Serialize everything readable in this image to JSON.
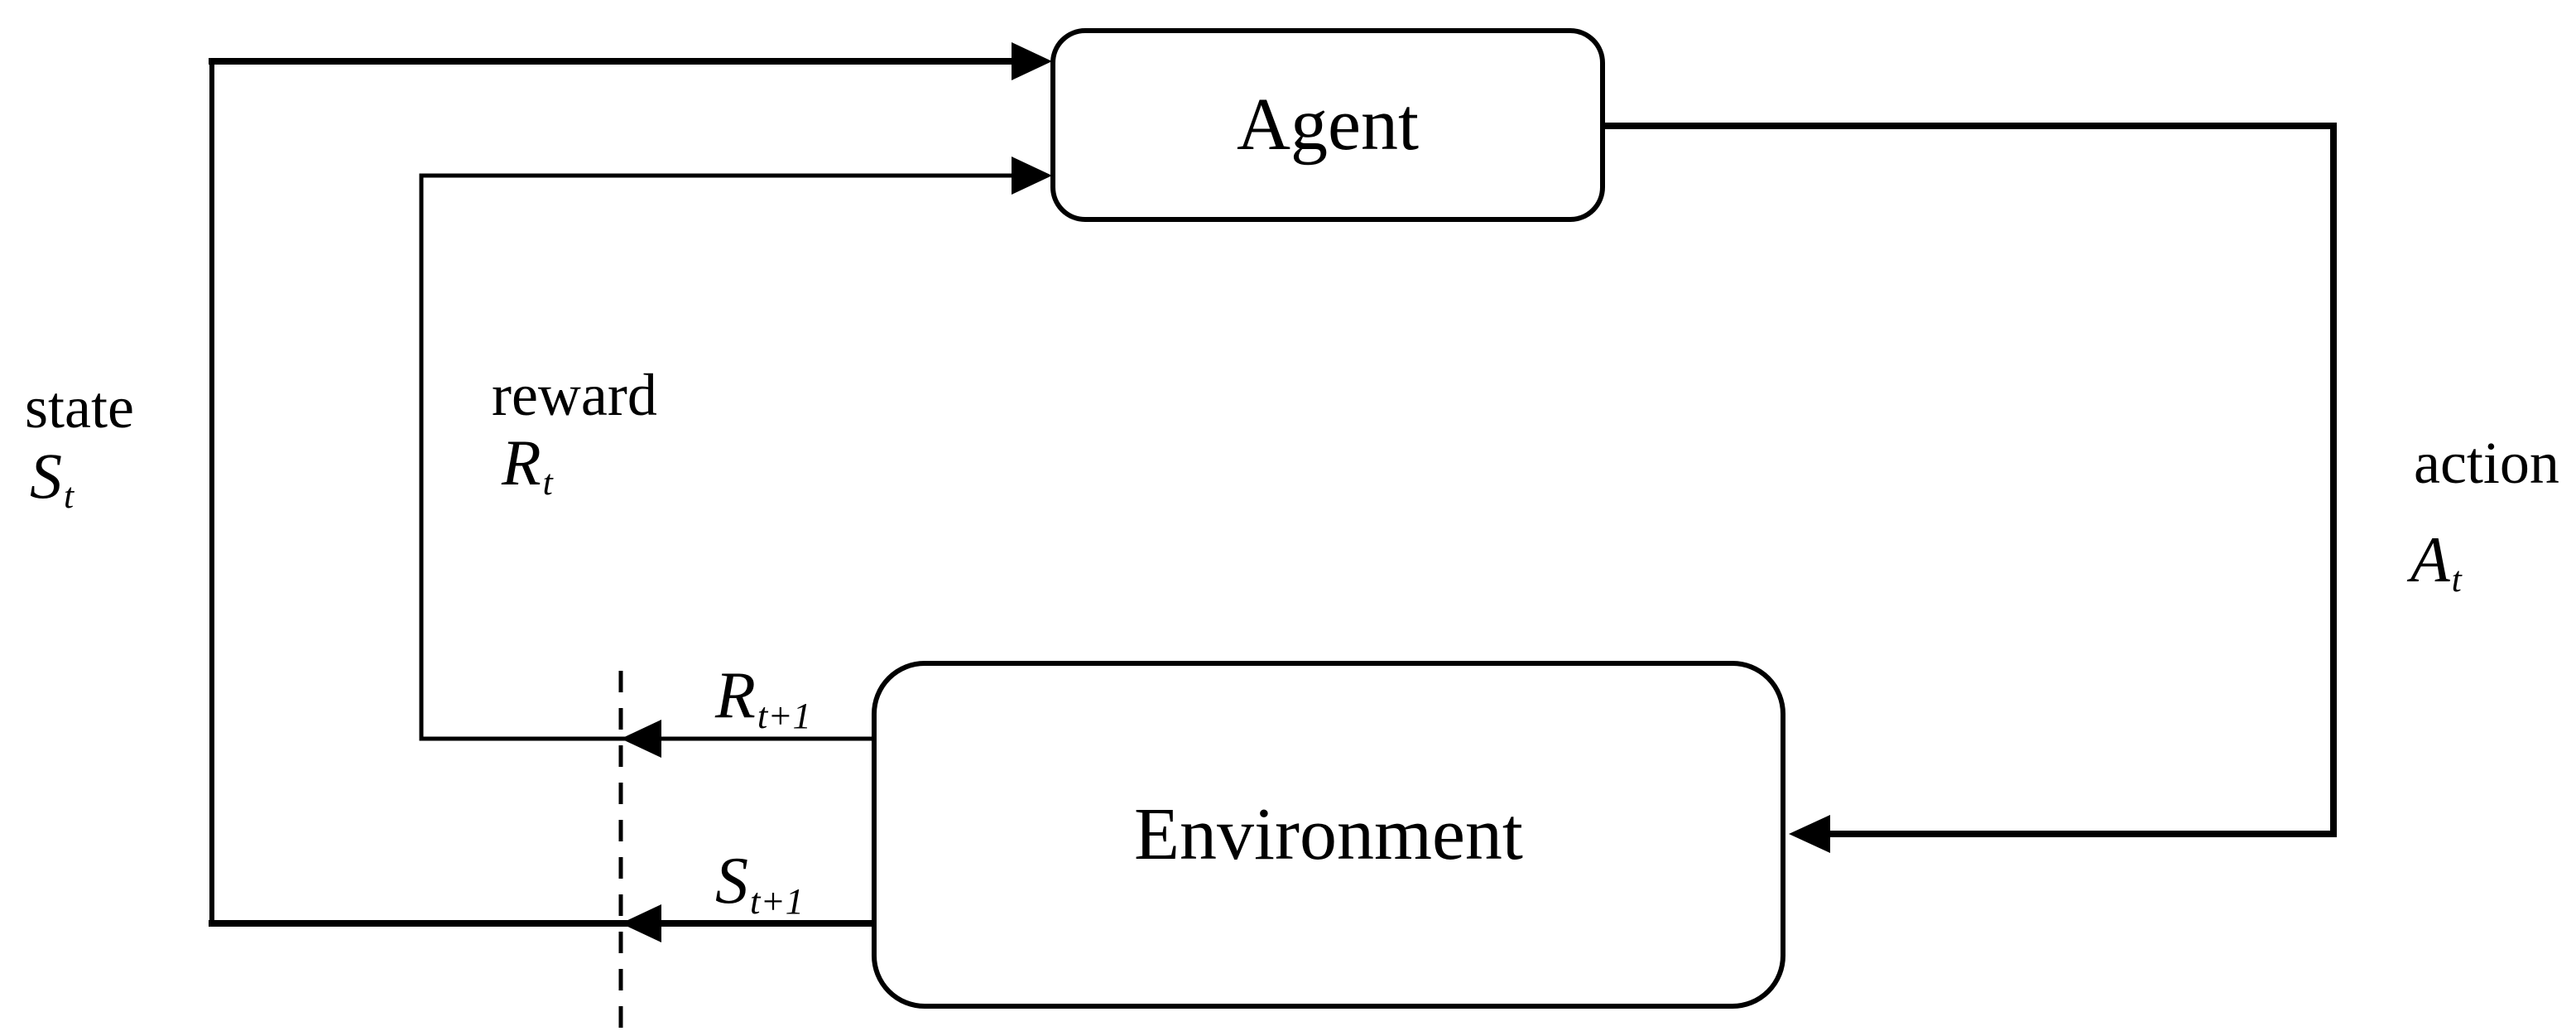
{
  "diagram": {
    "title_semantics": "agent-environment interaction loop",
    "agent": {
      "label": "Agent"
    },
    "environment": {
      "label": "Environment"
    },
    "labels": {
      "state": {
        "word": "state",
        "var": "S",
        "sub": "t"
      },
      "reward": {
        "word": "reward",
        "var": "R",
        "sub": "t"
      },
      "action": {
        "word": "action",
        "var": "A",
        "sub": "t"
      },
      "next_reward": {
        "var": "R",
        "sub": "t+1"
      },
      "next_state": {
        "var": "S",
        "sub": "t+1"
      }
    },
    "colors": {
      "line": "#000000",
      "background": "#ffffff"
    }
  }
}
